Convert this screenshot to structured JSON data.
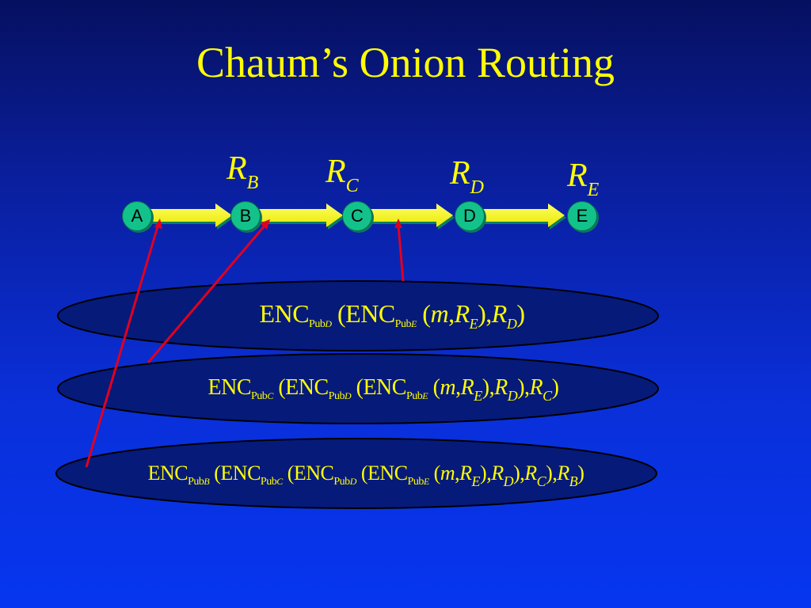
{
  "title": "Chaum’s Onion Routing",
  "colors": {
    "background": "#0a2fd8",
    "text": "#ffff00",
    "node": "#13c28b",
    "arrow": "#ffff00",
    "pointer": "#e00020",
    "ellipse_fill": "#061a7a"
  },
  "nodes": [
    "A",
    "B",
    "C",
    "D",
    "E"
  ],
  "route_labels": [
    {
      "base": "R",
      "sub": "B"
    },
    {
      "base": "R",
      "sub": "C"
    },
    {
      "base": "R",
      "sub": "D"
    },
    {
      "base": "R",
      "sub": "E"
    }
  ],
  "formula_tokens": {
    "enc": "ENC",
    "pub": "Pub",
    "open": "(",
    "m": "m",
    "comma": ",",
    "close": ")",
    "r": "R",
    "b": "B",
    "c": "C",
    "d": "D",
    "e": "E"
  }
}
